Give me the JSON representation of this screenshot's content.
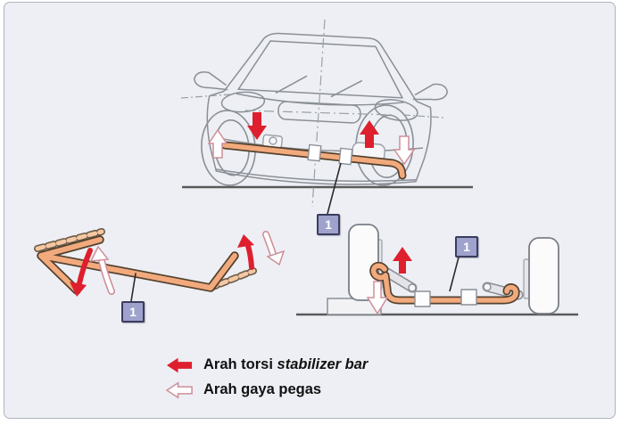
{
  "diagram": {
    "callouts": {
      "front_view": "1",
      "isolated_bar": "1",
      "axle_view": "1"
    },
    "legend": {
      "items": [
        {
          "icon": "red-solid-left-arrow",
          "label": "Arah torsi ",
          "label_italic": "stabilizer bar"
        },
        {
          "icon": "white-outline-left-arrow",
          "label": "Arah gaya pegas",
          "label_italic": ""
        }
      ]
    },
    "colors": {
      "background": "#edeff4",
      "torsion_arrow_red": "#de1f2d",
      "spring_arrow_outline": "#cf8f99",
      "stabilizer_bar_fill": "#f2aa7d",
      "stabilizer_bar_edge": "#54422f",
      "callout_box_fill": "#9fa2cc",
      "callout_box_border": "#3a3c5e",
      "line_art_gray": "#8a8f96"
    }
  }
}
